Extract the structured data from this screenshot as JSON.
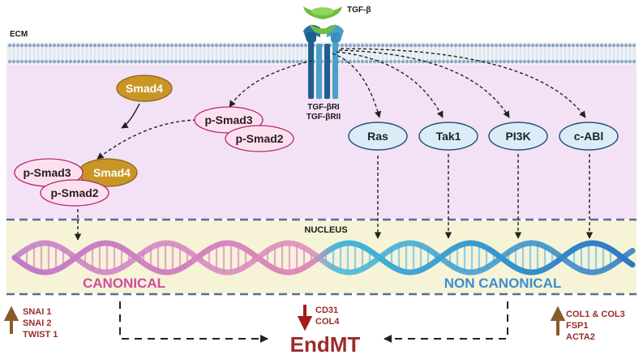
{
  "labels": {
    "ecm": "ECM",
    "nucleus": "NUCLEUS",
    "ligand": "TGF-β",
    "receptor_1": "TGF-βRI",
    "receptor_2": "TGF-βRII",
    "canonical": "CANONICAL",
    "non_canonical": "NON CANONICAL",
    "endmt": "EndMT"
  },
  "nodes": {
    "smad4": "Smad4",
    "p_smad3": "p-Smad3",
    "p_smad2": "p-Smad2",
    "complex_p_smad3": "p-Smad3",
    "complex_smad4": "Smad4",
    "complex_p_smad2": "p-Smad2",
    "ras": "Ras",
    "tak1": "Tak1",
    "pi3k": "PI3K",
    "c_abl": "c-ABl"
  },
  "genes": {
    "left_up": [
      "SNAI 1",
      "SNAI 2",
      "TWIST 1"
    ],
    "center_down": [
      "CD31",
      "COL4"
    ],
    "right_up": [
      "COL1 & COL3",
      "FSP1",
      "ACTA2"
    ]
  },
  "colors": {
    "cytoplasm": "#f3e1f5",
    "nucleus": "#f6f3d6",
    "smad4_fill": "#c99626",
    "psmad_fill": "#fbe1ef",
    "psmad_stroke": "#b8246d",
    "kinase_fill": "#dcecf6",
    "kinase_stroke": "#1f4e73",
    "canonical_text": "#d24aa4",
    "non_canonical_text": "#3a8ed0",
    "gene_text": "#9a2b2b",
    "up_arrow": "#8b5a2b",
    "down_arrow": "#a31d1d",
    "ligand": "#7fc84a",
    "receptor": "#2a6fa0"
  }
}
